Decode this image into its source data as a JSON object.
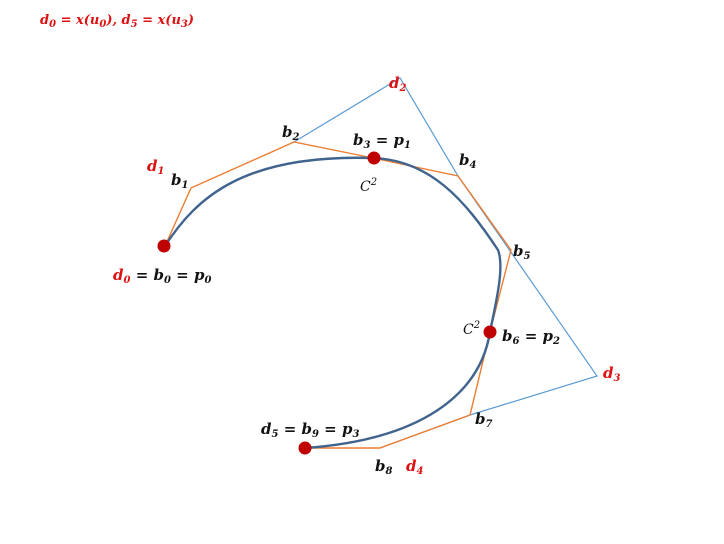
{
  "caption": {
    "d0": "d",
    "d0_sub": "0",
    "eq1": " = x(u",
    "u0_sub": "0",
    "close1": "),  ",
    "d5": "d",
    "d5_sub": "5",
    "eq2": " = x(u",
    "u3_sub": "3",
    "close2": ")"
  },
  "labels": {
    "d0_b0_p0": {
      "d": "d",
      "d_sub": "0",
      "eq1": " =  ",
      "b": "b",
      "b_sub": "0",
      "eq2": " = ",
      "p": "p",
      "p_sub": "0"
    },
    "d1": {
      "t": "d",
      "s": "1"
    },
    "b1": {
      "t": "b",
      "s": "1"
    },
    "b2": {
      "t": "b",
      "s": "2"
    },
    "d2": {
      "t": "d",
      "s": "2"
    },
    "b3_p1": {
      "b": "b",
      "b_sub": "3",
      "eq": " = ",
      "p": "p",
      "p_sub": "1"
    },
    "c2_top": {
      "t": "C",
      "s": "2"
    },
    "b4": {
      "t": "b",
      "s": "4"
    },
    "b5": {
      "t": "b",
      "s": "5"
    },
    "c2_right": {
      "t": "C",
      "s": "2"
    },
    "b6_p2": {
      "b": "b",
      "b_sub": "6",
      "eq": " = ",
      "p": "p",
      "p_sub": "2"
    },
    "d3": {
      "t": "d",
      "s": "3"
    },
    "b7": {
      "t": "b",
      "s": "7"
    },
    "d5_b9_p3": {
      "d": "d",
      "d_sub": "5",
      "eq1": " = ",
      "b": "b",
      "b_sub": "9",
      "eq2": " = ",
      "p": "p",
      "p_sub": "3"
    },
    "b8": {
      "t": "b",
      "s": "8"
    },
    "d4": {
      "t": "d",
      "s": "4"
    }
  },
  "colors": {
    "bezier_polygon": "#ed7d31",
    "de_boor_polygon": "#5b9bd5",
    "curve": "#41648f",
    "joint_points": "#c00000",
    "label_red": "#dd1111"
  }
}
